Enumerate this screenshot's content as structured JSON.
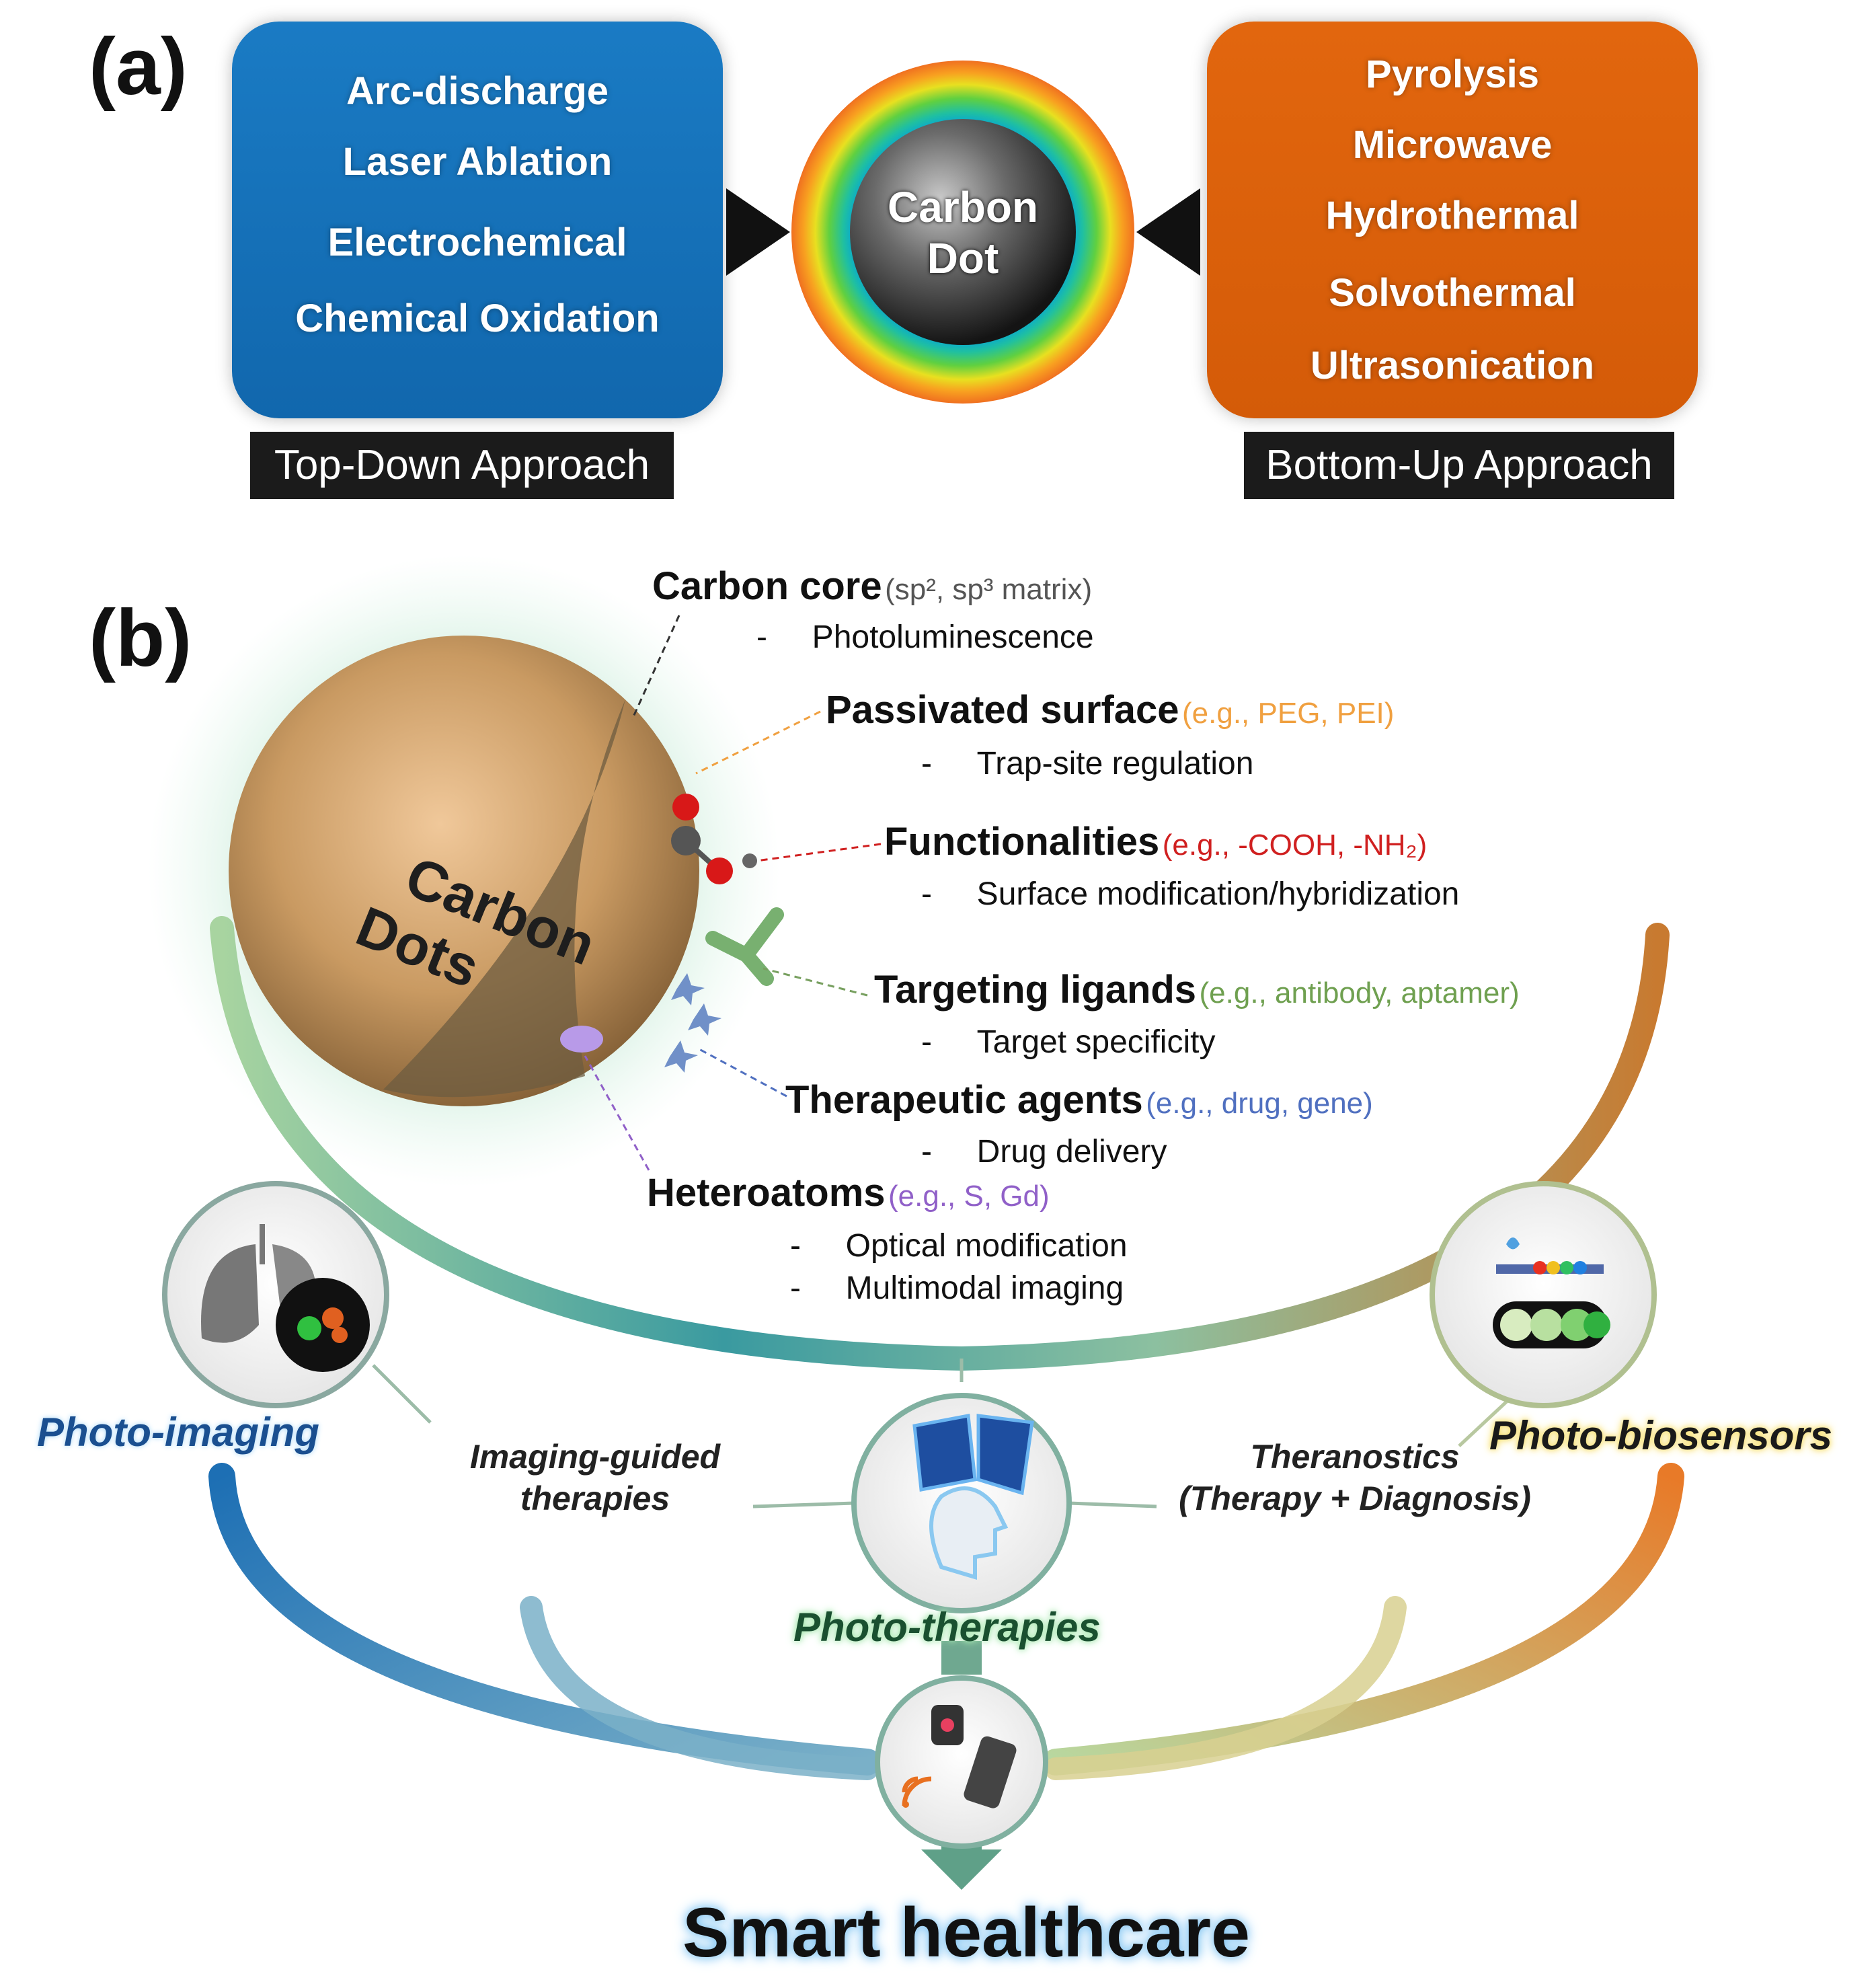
{
  "panel_a": {
    "label": "(a)",
    "top_down": {
      "methods": [
        "Arc-discharge",
        "Laser Ablation",
        "Electrochemical",
        "Chemical Oxidation"
      ],
      "tag": "Top-Down Approach",
      "color": "#1470b8"
    },
    "center": {
      "line1": "Carbon",
      "line2": "Dot"
    },
    "bottom_up": {
      "methods": [
        "Pyrolysis",
        "Microwave",
        "Hydrothermal",
        "Solvothermal",
        "Ultrasonication"
      ],
      "tag": "Bottom-Up Approach",
      "color": "#db600b"
    }
  },
  "panel_b": {
    "label": "(b)",
    "sphere": {
      "line1": "Carbon",
      "line2": "Dots"
    },
    "features": [
      {
        "title": "Carbon core",
        "example": "(sp², sp³ matrix)",
        "example_color": "#555555",
        "details": [
          "Photoluminescence"
        ]
      },
      {
        "title": "Passivated surface",
        "example": "(e.g., PEG, PEI)",
        "example_color": "#f0a040",
        "details": [
          "Trap-site regulation"
        ]
      },
      {
        "title": "Functionalities",
        "example": "(e.g., -COOH, -NH₂)",
        "example_color": "#d02020",
        "details": [
          "Surface modification/hybridization"
        ]
      },
      {
        "title": "Targeting ligands",
        "example": "(e.g., antibody, aptamer)",
        "example_color": "#6fa050",
        "details": [
          "Target specificity"
        ]
      },
      {
        "title": "Therapeutic agents",
        "example": "(e.g., drug, gene)",
        "example_color": "#5070c0",
        "details": [
          "Drug delivery"
        ]
      },
      {
        "title": "Heteroatoms",
        "example": "(e.g., S, Gd)",
        "example_color": "#9060c8",
        "details": [
          "Optical modification",
          "Multimodal imaging"
        ]
      }
    ],
    "detail_bullet": "-",
    "applications": {
      "photo_imaging": "Photo-imaging",
      "photo_biosensors": "Photo-biosensors",
      "photo_therapies": "Photo-therapies",
      "imaging_guided": [
        "Imaging-guided",
        "therapies"
      ],
      "theranostics": [
        "Theranostics",
        "(Therapy + Diagnosis)"
      ]
    },
    "outcome": "Smart healthcare",
    "icons": [
      "lungs-icon",
      "diagnostic-strip-icon",
      "head-therapy-icon",
      "smartwatch-phone-icon"
    ],
    "colors": {
      "imaging": "#1d6fb4",
      "therapy": "#3a9a60",
      "biosensor": "#e07a2a",
      "outcome_glow": "#7ec3f2"
    }
  }
}
